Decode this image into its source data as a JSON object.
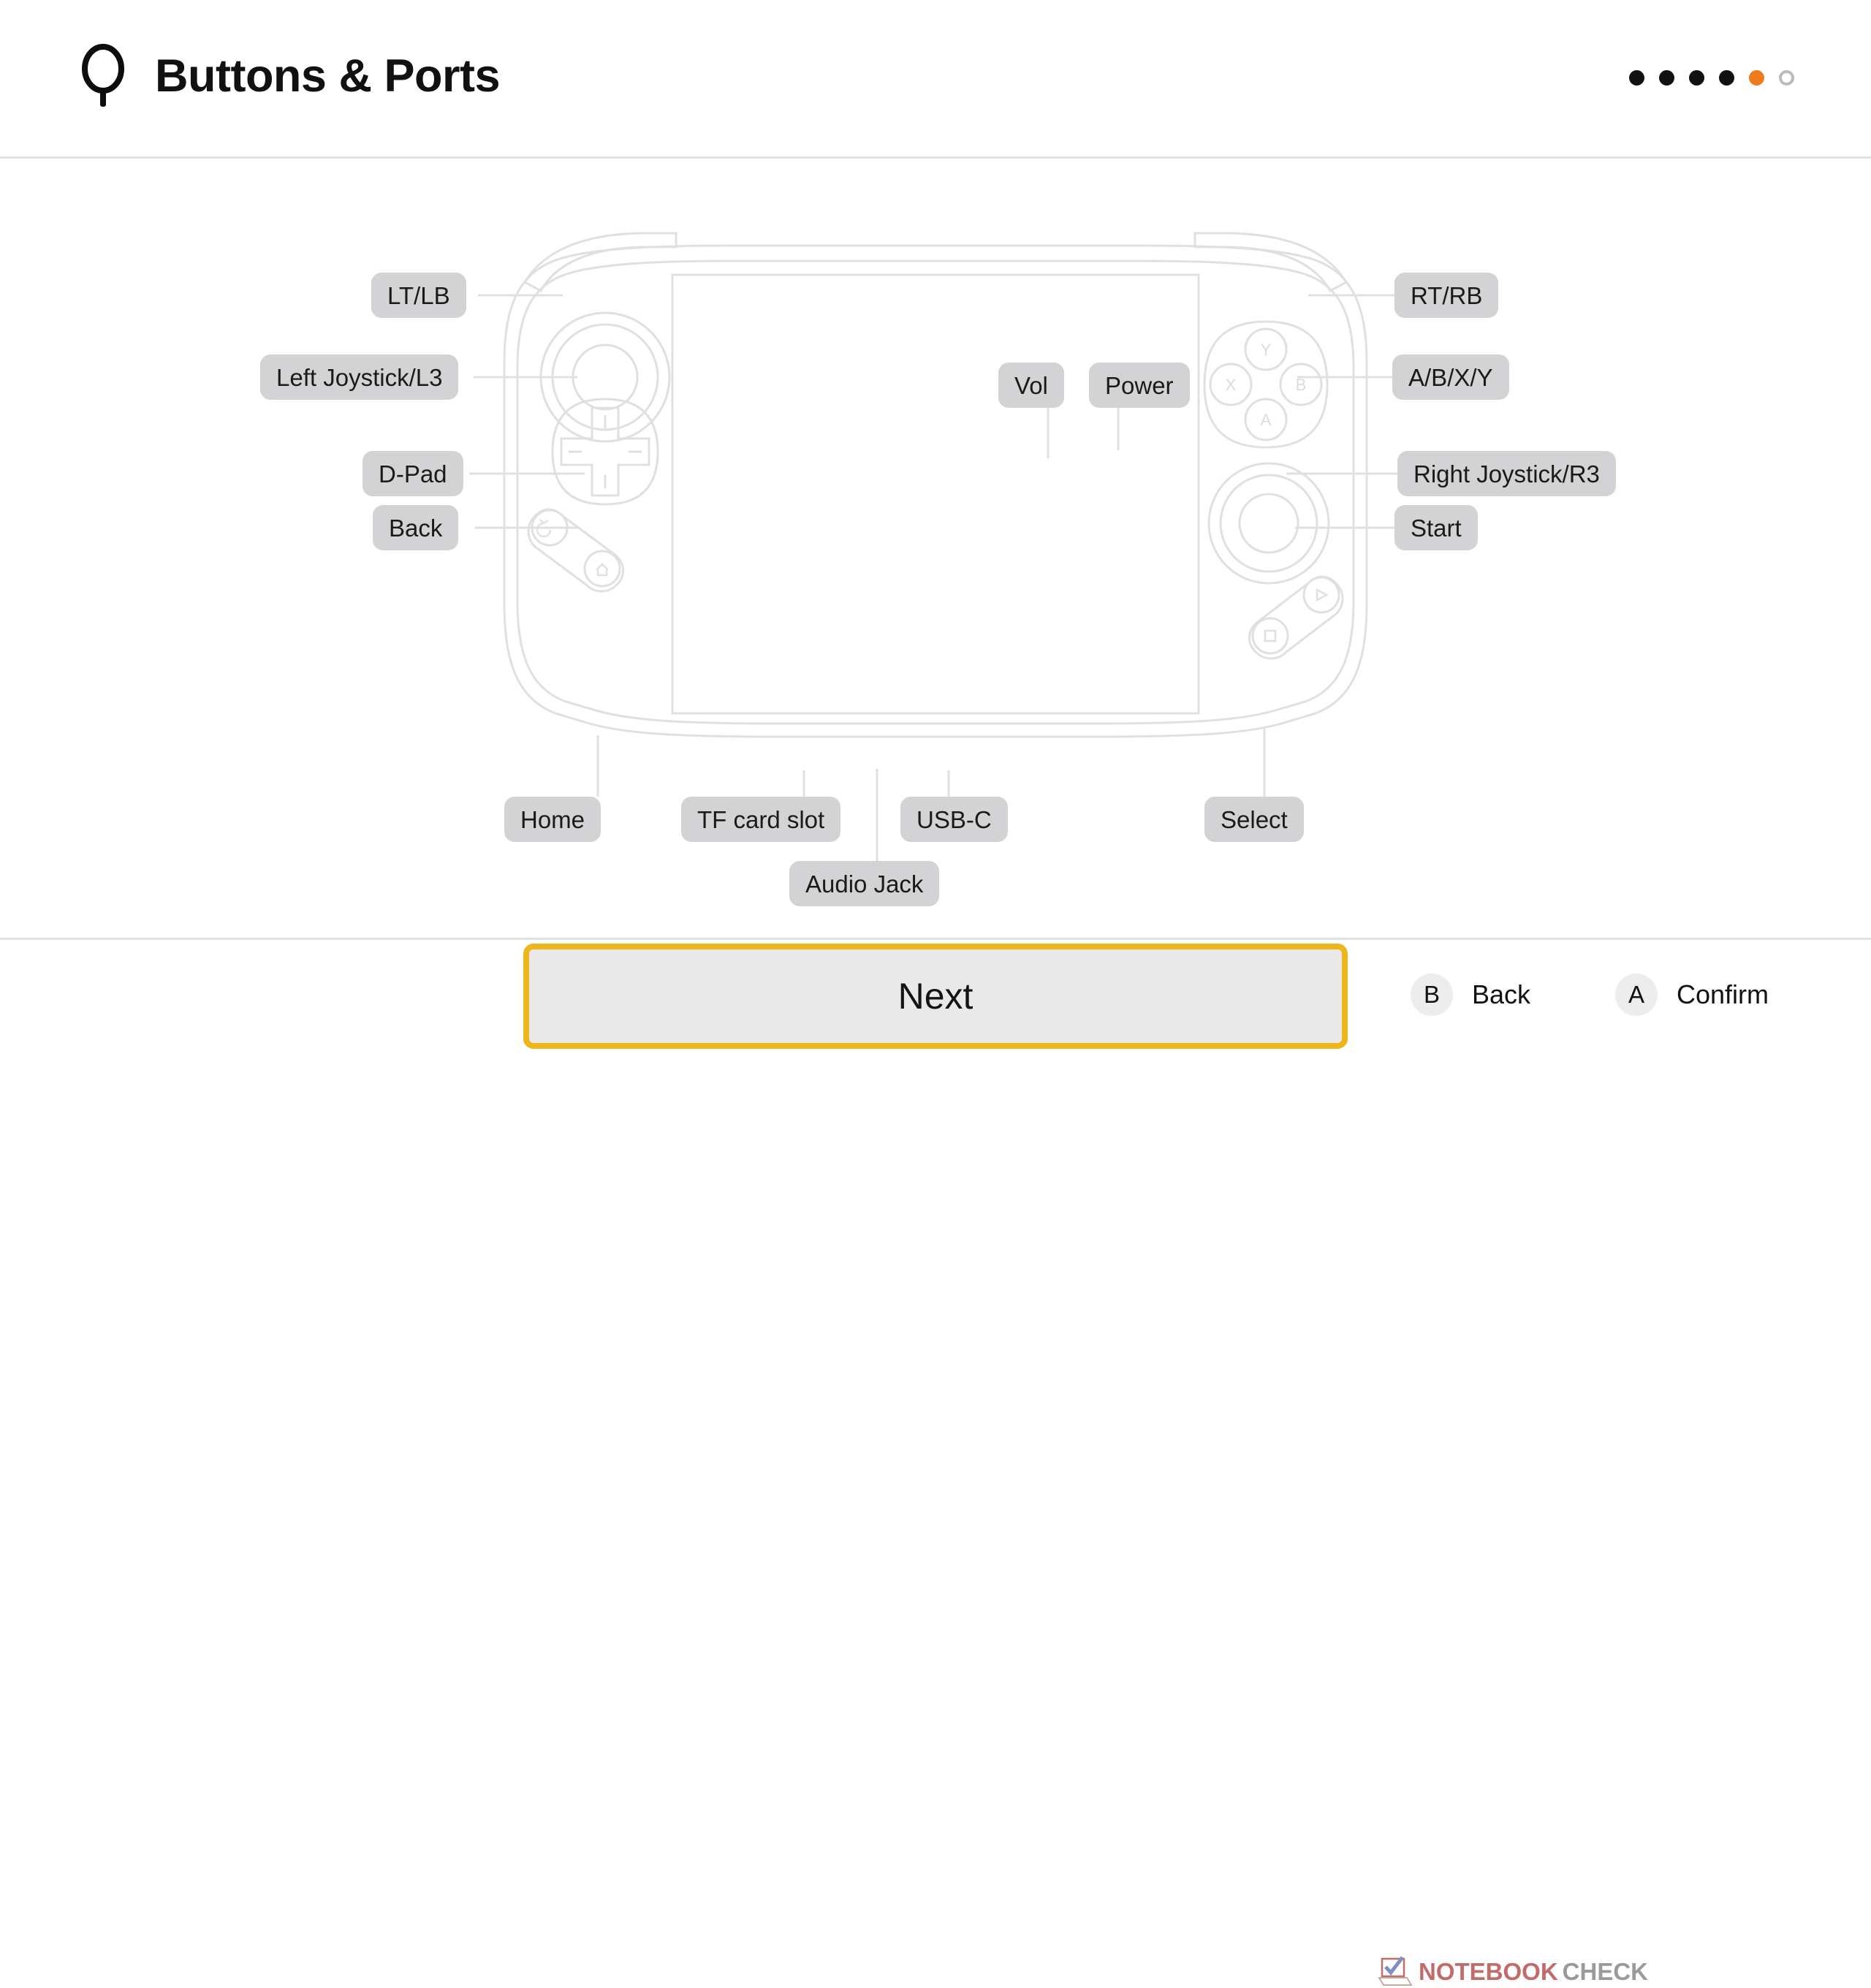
{
  "header": {
    "title": "Buttons & Ports",
    "icon": "joystick-circle-icon",
    "pagination": {
      "total": 6,
      "current_index": 5,
      "states": [
        "done",
        "done",
        "done",
        "done",
        "current",
        "todo"
      ],
      "colors": {
        "done": "#111111",
        "current": "#EF7C1A",
        "todo": "#BBBBBB"
      }
    }
  },
  "diagram": {
    "device": "handheld-game-console",
    "callouts": {
      "top": [
        {
          "id": "vol",
          "label": "Vol"
        },
        {
          "id": "power",
          "label": "Power"
        }
      ],
      "left": [
        {
          "id": "lt-lb",
          "label": "LT/LB"
        },
        {
          "id": "left-joystick",
          "label": "Left Joystick/L3"
        },
        {
          "id": "d-pad",
          "label": "D-Pad"
        },
        {
          "id": "back",
          "label": "Back"
        }
      ],
      "right": [
        {
          "id": "rt-rb",
          "label": "RT/RB"
        },
        {
          "id": "abxy",
          "label": "A/B/X/Y"
        },
        {
          "id": "right-joystick",
          "label": "Right Joystick/R3"
        },
        {
          "id": "start",
          "label": "Start"
        }
      ],
      "bottom": [
        {
          "id": "home",
          "label": "Home"
        },
        {
          "id": "tf-card-slot",
          "label": "TF card slot"
        },
        {
          "id": "usb-c",
          "label": "USB-C"
        },
        {
          "id": "audio-jack",
          "label": "Audio Jack"
        },
        {
          "id": "select",
          "label": "Select"
        }
      ]
    },
    "face_buttons": [
      {
        "id": "y",
        "label": "Y"
      },
      {
        "id": "x",
        "label": "X"
      },
      {
        "id": "b",
        "label": "B"
      },
      {
        "id": "a",
        "label": "A"
      }
    ],
    "pill_color": "#D3D3D5",
    "outline_color": "#E0E0E2"
  },
  "primary_action": {
    "label": "Next",
    "border_color": "#EFB61C",
    "fill_color": "#E9E9E9"
  },
  "footer": {
    "hints": [
      {
        "id": "back",
        "button": "B",
        "label": "Back"
      },
      {
        "id": "confirm",
        "button": "A",
        "label": "Confirm"
      }
    ]
  },
  "watermark": {
    "part_a": "NOTEBOOK",
    "part_b": "CHECK"
  }
}
